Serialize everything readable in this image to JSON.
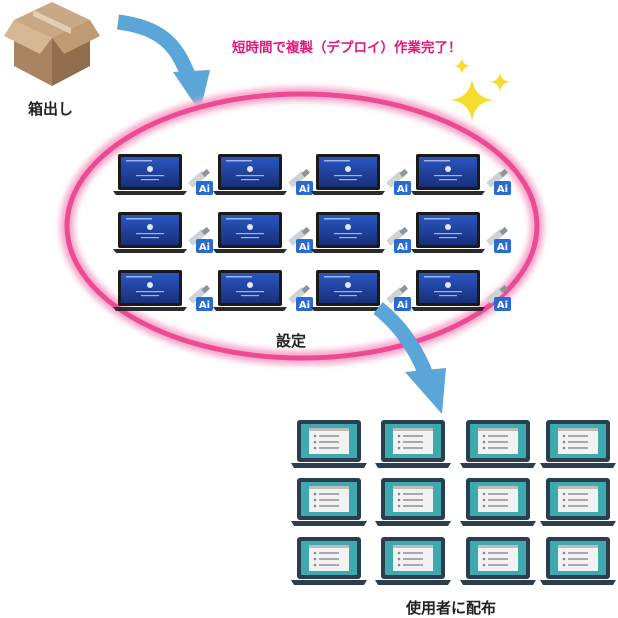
{
  "labels": {
    "shipping": "箱出し",
    "headline": "短時間で複製（デプロイ）作業完了！",
    "setup": "設定",
    "distribute": "使用者に配布"
  },
  "setup_grid": {
    "rows": 3,
    "cols": 4,
    "badge_text": "Ai"
  },
  "delivered_grid": {
    "rows": 3,
    "cols": 4
  },
  "colors": {
    "box": "#b89570",
    "arrow": "#5aa6d9",
    "ellipse": "#ec4a93",
    "headline": "#e0197a",
    "sparkle": "#f5dc2e",
    "setup_screen": "#1d3f9a",
    "delivered_screen": "#3fa9b0"
  }
}
